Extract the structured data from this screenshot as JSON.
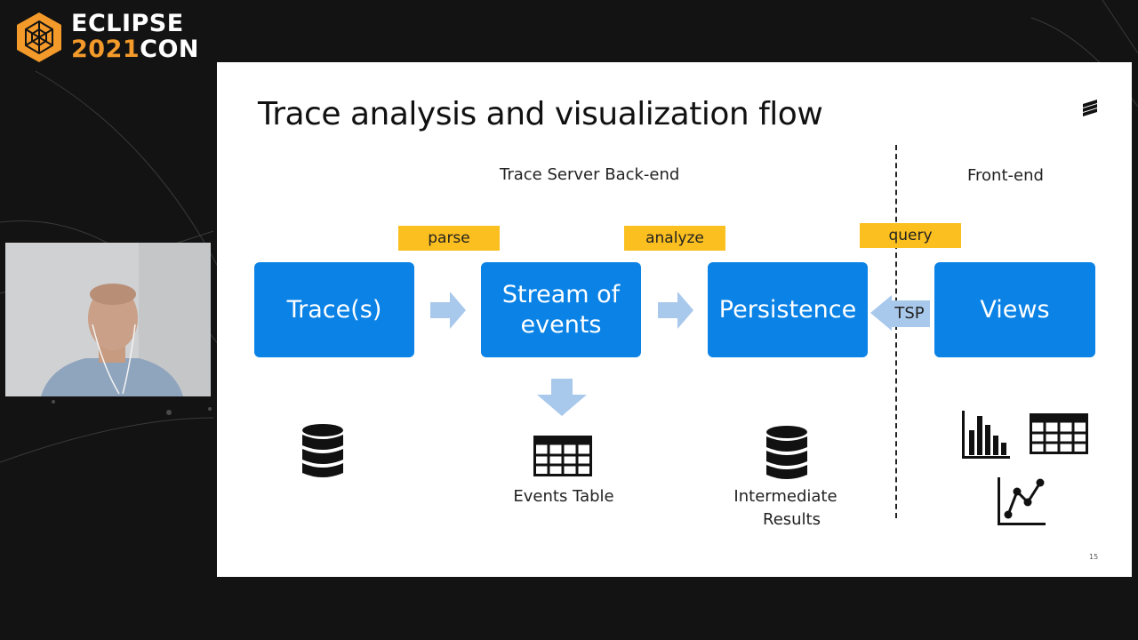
{
  "logo": {
    "line1": "ECLIPSE",
    "year": "2021",
    "con": "CON",
    "hex_color": "#f39a2a"
  },
  "slide": {
    "title": "Trace analysis and visualization flow",
    "page_number": "15",
    "sections": {
      "backend": "Trace Server Back-end",
      "frontend": "Front-end"
    },
    "tags": {
      "parse": "parse",
      "analyze": "analyze",
      "query": "query"
    },
    "boxes": {
      "traces": "Trace(s)",
      "stream_line1": "Stream of",
      "stream_line2": "events",
      "persistence": "Persistence",
      "views": "Views"
    },
    "tsp": "TSP",
    "captions": {
      "events_table": "Events Table",
      "intermediate_line1": "Intermediate",
      "intermediate_line2": "Results"
    },
    "icons": [
      "database-icon",
      "table-icon",
      "database-icon",
      "bar-chart-icon",
      "table-icon",
      "line-chart-icon"
    ]
  },
  "colors": {
    "box_blue": "#0a82e6",
    "tag_yellow": "#fbbf1f",
    "arrow_light_blue": "#a8c8ec",
    "tsp_bg": "#a8c8ec",
    "background": "#131313"
  }
}
